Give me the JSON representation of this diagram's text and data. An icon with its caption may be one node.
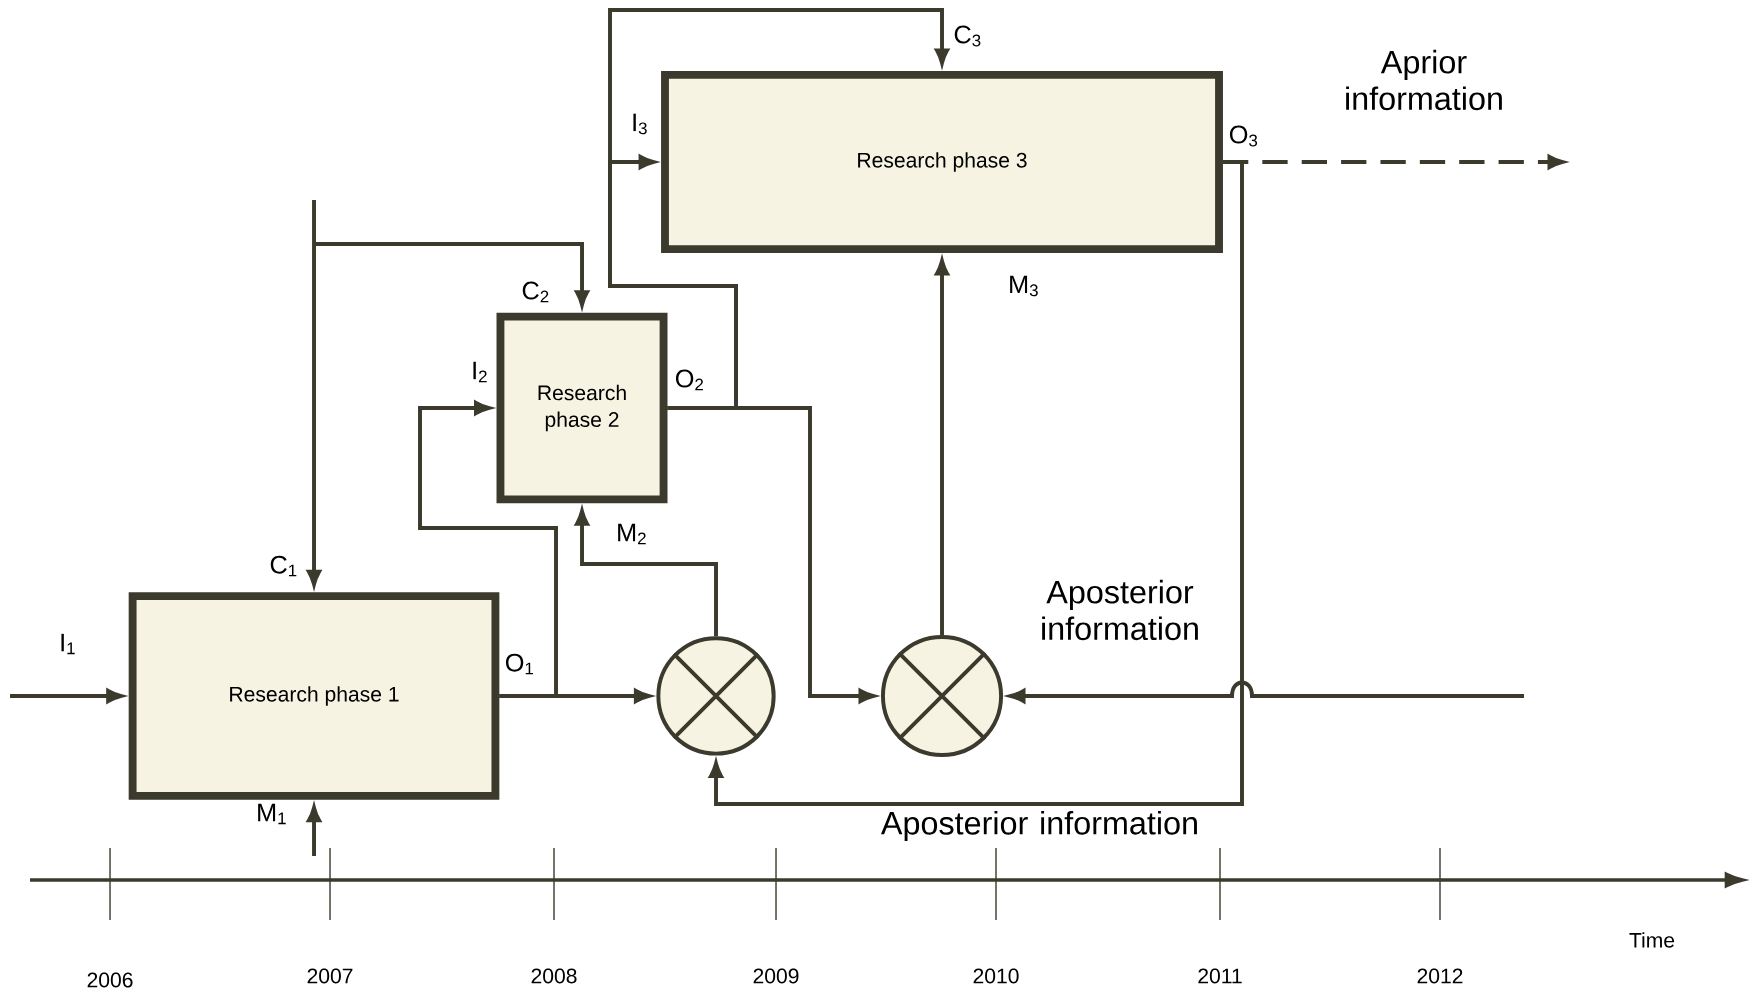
{
  "diagram": {
    "nodes": [
      {
        "text": [
          "Research phase 1"
        ]
      },
      {
        "text": [
          "Research phase 2"
        ]
      },
      {
        "text": [
          "Research phase 3"
        ]
      },
      {
        "text": [],
        "shape": "circle"
      },
      {
        "text": [],
        "shape": "circle"
      }
    ],
    "edges": [
      {
        "from": null,
        "to": 0,
        "arrow": "to"
      },
      {
        "from": null,
        "to": 0,
        "arrow": "to"
      },
      {
        "from": null,
        "to": 0,
        "arrow": "to"
      },
      {
        "from": null,
        "to": 1,
        "arrow": "to"
      },
      {
        "from": 0,
        "to": 3,
        "arrow": "to"
      },
      {
        "from": 0,
        "to": 1,
        "arrow": "to"
      },
      {
        "from": 3,
        "to": 1,
        "arrow": "to"
      },
      {
        "from": 1,
        "to": 4,
        "arrow": "to"
      },
      {
        "from": 1,
        "to": 2,
        "arrow": "to"
      },
      {
        "from": 1,
        "to": 2,
        "arrow": "to"
      },
      {
        "from": 4,
        "to": 2,
        "arrow": "to"
      },
      {
        "from": null,
        "to": 4,
        "arrow": "to",
        "label": "Aposterior information"
      },
      {
        "from": 2,
        "to": 3,
        "arrow": "to",
        "label": "Aposterior information"
      },
      {
        "from": 2,
        "to": null,
        "arrow": "to",
        "style": "dashed",
        "label": "Aprior information"
      }
    ],
    "labels": [
      "C$_{3}$",
      "I$_{3}$",
      "O$_{3}$",
      "C$_{2}$",
      "I$_{2}$",
      "O$_{2}$",
      "M$_{3}$",
      "M$_{2}$",
      "C$_{1}$",
      "I$_{1}$",
      "O$_{1}$",
      "M$_{1}$",
      "Time",
      "2006",
      "2007",
      "2008",
      "2009",
      "2010",
      "2011",
      "2012"
    ]
  }
}
